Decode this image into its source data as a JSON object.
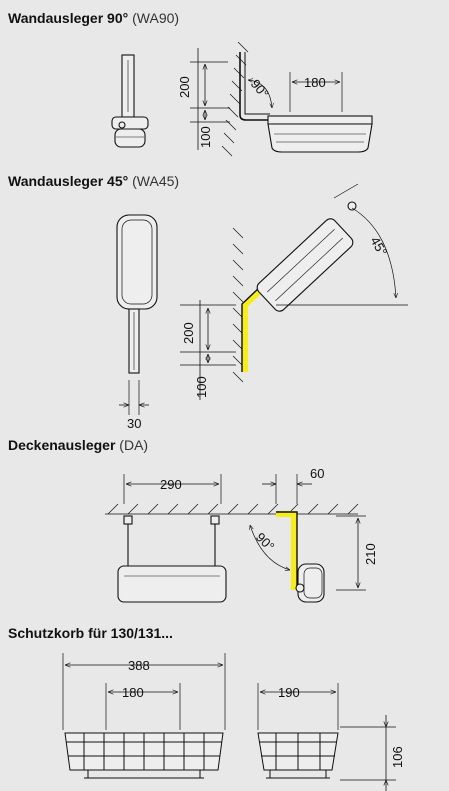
{
  "sections": [
    {
      "title": "Wandausleger 90°",
      "code": "(WA90)"
    },
    {
      "title": "Wandausleger 45°",
      "code": "(WA45)"
    },
    {
      "title": "Deckenausleger",
      "code": "(DA)"
    },
    {
      "title": "Schutzkorb für 130/131...",
      "code": ""
    }
  ],
  "dims": {
    "wa90": {
      "d200": "200",
      "d100": "100",
      "angle": "90°",
      "d180": "180"
    },
    "wa45": {
      "d200": "200",
      "d100": "100",
      "d30": "30",
      "angle": "45°"
    },
    "da": {
      "d290": "290",
      "d60": "60",
      "d210": "210",
      "angle": "90°"
    },
    "basket": {
      "d388": "388",
      "d180": "180",
      "d190": "190",
      "d106": "106"
    }
  },
  "colors": {
    "highlight": "#f7ec1c",
    "line": "#111111",
    "background": "#e8e8e8"
  }
}
